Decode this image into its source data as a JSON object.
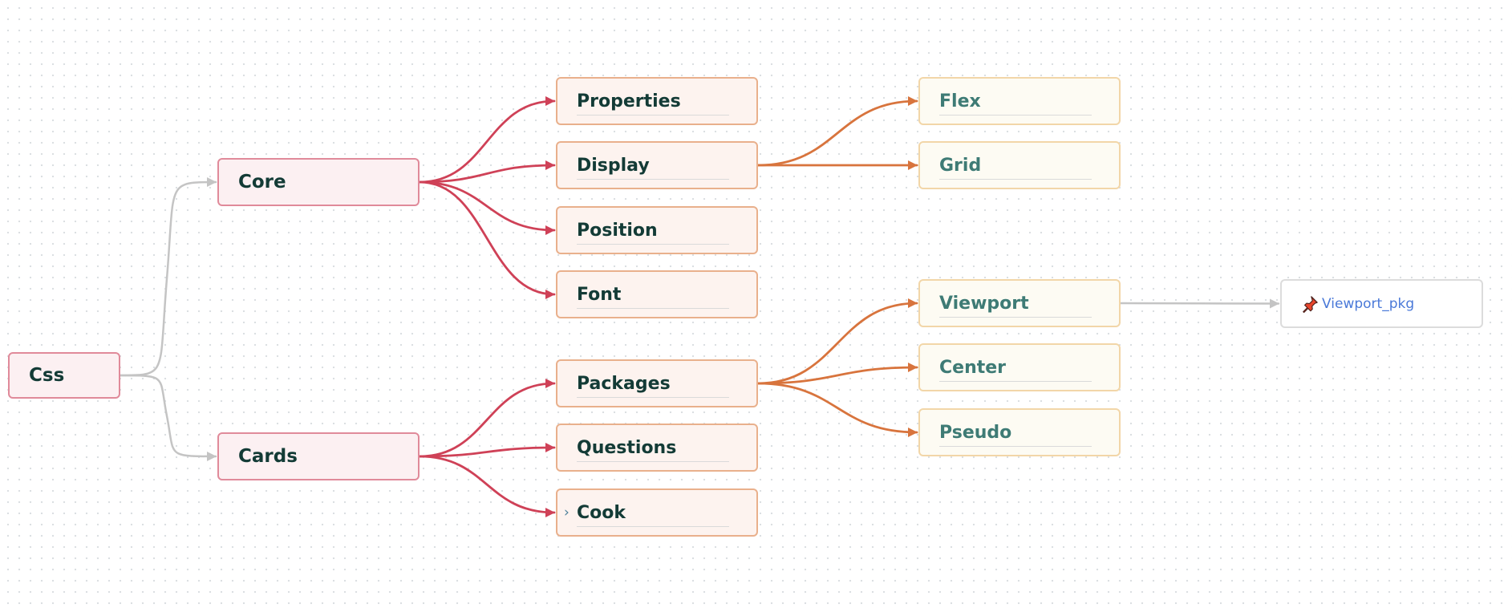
{
  "colors": {
    "edge_root": "#c4c4c4",
    "edge_l1": "#cf4157",
    "edge_l2": "#d8743d",
    "edge_link": "#c4c4c4"
  },
  "nodes": {
    "css": "Css",
    "core": "Core",
    "cards": "Cards",
    "properties": "Properties",
    "display": "Display",
    "position": "Position",
    "font": "Font",
    "packages": "Packages",
    "questions": "Questions",
    "cook": "Cook",
    "flex": "Flex",
    "grid": "Grid",
    "viewport": "Viewport",
    "center": "Center",
    "pseudo": "Pseudo",
    "viewport_pkg": "Viewport_pkg"
  },
  "icons": {
    "link_node": "pushpin-icon",
    "collapsed_toggle": "chevron-right-icon"
  },
  "toggle_glyph": "›",
  "edges": [
    {
      "from": "css",
      "to": "core",
      "color": "edge_root"
    },
    {
      "from": "css",
      "to": "cards",
      "color": "edge_root"
    },
    {
      "from": "core",
      "to": "properties",
      "color": "edge_l1"
    },
    {
      "from": "core",
      "to": "display",
      "color": "edge_l1"
    },
    {
      "from": "core",
      "to": "position",
      "color": "edge_l1"
    },
    {
      "from": "core",
      "to": "font",
      "color": "edge_l1"
    },
    {
      "from": "cards",
      "to": "packages",
      "color": "edge_l1"
    },
    {
      "from": "cards",
      "to": "questions",
      "color": "edge_l1"
    },
    {
      "from": "cards",
      "to": "cook",
      "color": "edge_l1"
    },
    {
      "from": "display",
      "to": "flex",
      "color": "edge_l2"
    },
    {
      "from": "display",
      "to": "grid",
      "color": "edge_l2"
    },
    {
      "from": "packages",
      "to": "viewport",
      "color": "edge_l2"
    },
    {
      "from": "packages",
      "to": "center",
      "color": "edge_l2"
    },
    {
      "from": "packages",
      "to": "pseudo",
      "color": "edge_l2"
    },
    {
      "from": "viewport",
      "to": "viewport_pkg",
      "color": "edge_link"
    }
  ]
}
